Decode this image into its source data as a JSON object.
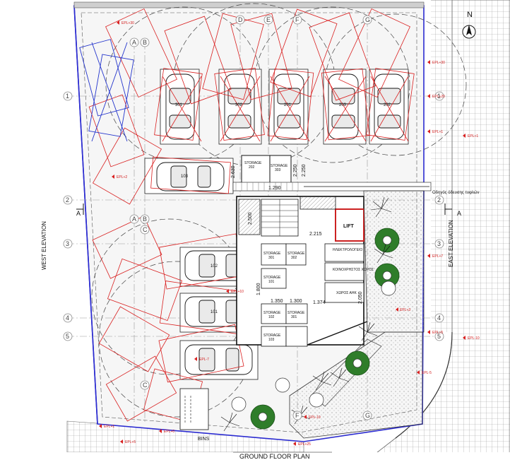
{
  "title": "GROUND FLOOR PLAN",
  "north": "N",
  "elevations": {
    "west": "WEST ELEVATION",
    "east": "EAST ELEVATION"
  },
  "section_marks": [
    "A",
    "A"
  ],
  "grid_numbers": [
    "1",
    "2",
    "3",
    "4",
    "5"
  ],
  "grid_letters": [
    "A",
    "B",
    "C",
    "D",
    "E",
    "F",
    "G"
  ],
  "parking_numbers": [
    "301",
    "302",
    "201",
    "203",
    "202",
    "103",
    "102",
    "101"
  ],
  "rooms": {
    "lift": "LIFT",
    "storage_labels": [
      "STORAGE",
      "STORAGE",
      "STORAGE",
      "STORAGE",
      "STORAGE",
      "STORAGE",
      "STORAGE",
      "STORAGE"
    ],
    "storage_numbers": [
      "202",
      "303",
      "301",
      "302",
      "101",
      "301",
      "102",
      "103"
    ],
    "electrical": "ΗΛΕΚΤΡΟΛΟΓΕΙΟ",
    "common_area": "ΚΟΙΝΟΧΡΗΣΤΟΣ ΧΩΡΟΣ",
    "waste_area": "ΧΩΡΟΣ ΑΗΚ"
  },
  "notes": {
    "blind_path": "Οδηγός όδευσης τυφλών",
    "bins": "BINS"
  },
  "dimensions": [
    "2.250",
    "2.250",
    "1.290",
    "2.215",
    "2.630",
    "2.500",
    "1.374",
    "1.350",
    "1.300",
    "2.050",
    "1.800"
  ],
  "levels": {
    "right": [
      "EPL+30",
      "EPL+20",
      "EPL+1",
      "EPL+7",
      "EPL+5",
      "EPL+3",
      "EPL-10",
      "EPL-5",
      "EPL-10"
    ],
    "left": [
      "EPL+30",
      "EPL+25",
      "EPL+2",
      "EPL+10",
      "EPL-7",
      "EPL+1",
      "EPL+0",
      "EPL+5"
    ]
  },
  "colors": {
    "red": "#d92020",
    "blue": "#2233cc",
    "green": "#2f7d2a",
    "grid": "#888888"
  }
}
